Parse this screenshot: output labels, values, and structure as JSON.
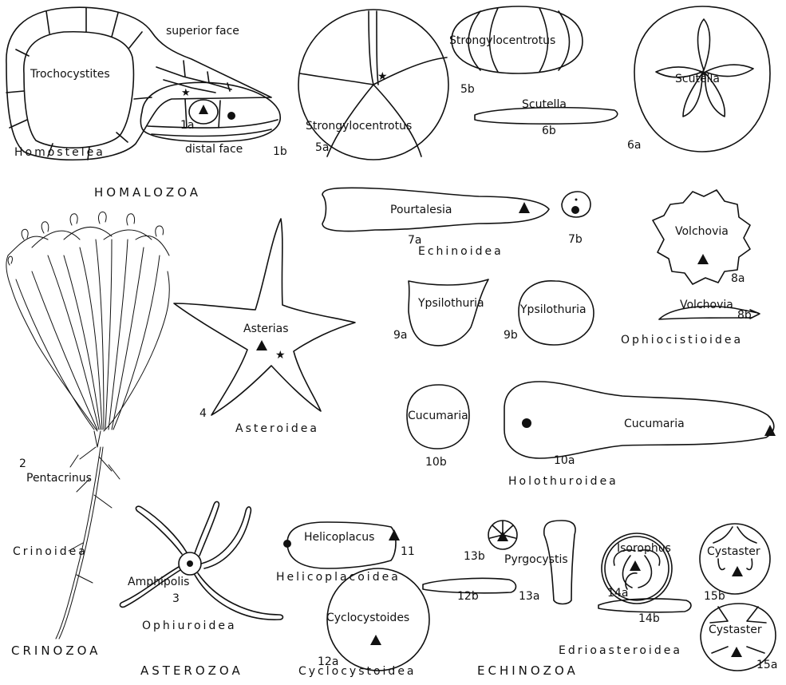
{
  "labels": {
    "superior_face": "superior face",
    "trochocystites": "Trochocystites",
    "fig_1a": "1a",
    "distal_face": "distal face",
    "fig_1b": "1b",
    "homostelea": "Homostelea",
    "homalozoa": "HOMALOZOA",
    "strongylocentrotus_a": "Strongylocentrotus",
    "fig_5a": "5a",
    "strongylocentrotus_b": "Strongylocentrotus",
    "fig_5b": "5b",
    "scutella_b": "Scutella",
    "fig_6b": "6b",
    "scutella_a": "Scutella",
    "fig_6a": "6a",
    "pourtalesia": "Pourtalesia",
    "fig_7a": "7a",
    "fig_7b": "7b",
    "echinoidea": "Echinoidea",
    "volchovia_a": "Volchovia",
    "fig_8a": "8a",
    "volchovia_b": "Volchovia",
    "fig_8b": "8b",
    "ophiocistioidea": "Ophiocistioidea",
    "ypsilothuria_a": "Ypsilothuria",
    "fig_9a": "9a",
    "ypsilothuria_b": "Ypsilothuria",
    "fig_9b": "9b",
    "asterias": "Asterias",
    "fig_4": "4",
    "asteroidea": "Asteroidea",
    "cucumaria_b": "Cucumaria",
    "fig_10b": "10b",
    "cucumaria_a": "Cucumaria",
    "fig_10a": "10a",
    "holothuroidea": "Holothuroidea",
    "fig_2": "2",
    "pentacrinus": "Pentacrinus",
    "crinoidea": "Crinoidea",
    "crinozoa": "CRINOZOA",
    "amphipolis": "Amphipolis",
    "fig_3": "3",
    "ophiuroidea": "Ophiuroidea",
    "asterozoa": "ASTEROZOA",
    "helicoplacus": "Helicoplacus",
    "fig_11": "11",
    "helicoplacoidea": "Helicoplacoidea",
    "fig_13b": "13b",
    "pyrgocystis": "Pyrgocystis",
    "fig_13a": "13a",
    "fig_12b": "12b",
    "cyclocystoides": "Cyclocystoides",
    "fig_12a": "12a",
    "cyclocystoidea": "Cyclocystoidea",
    "echinozoa": "ECHINOZOA",
    "isorophus": "Isorophus",
    "fig_14a": "14a",
    "fig_14b": "14b",
    "edrioasteroidea": "Edrioasteroidea",
    "cystaster_b": "Cystaster",
    "fig_15b": "15b",
    "cystaster_a": "Cystaster",
    "fig_15a": "15a"
  },
  "legend_symbols": {
    "triangle": "▲",
    "dot": "●",
    "star": "★"
  },
  "colors": {
    "ink": "#111111",
    "paper": "#ffffff"
  }
}
